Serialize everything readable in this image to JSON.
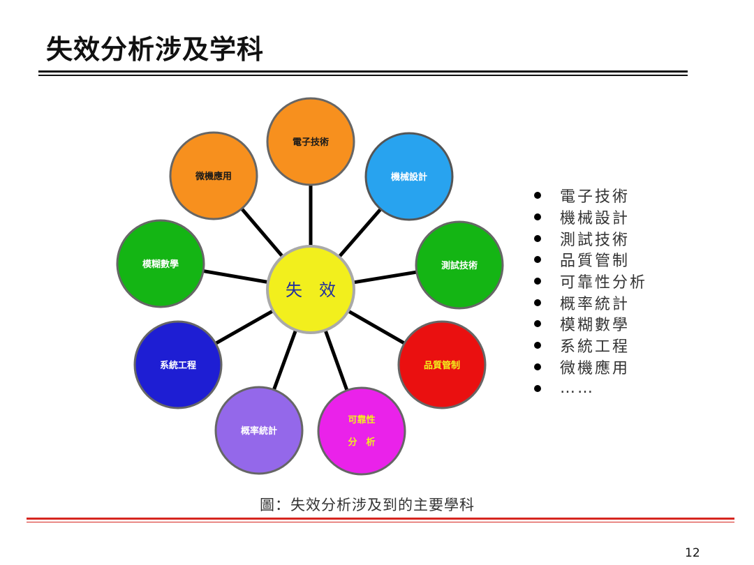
{
  "slide": {
    "title": "失效分析涉及学科",
    "caption": "圖：失效分析涉及到的主要學科",
    "page_number": "12"
  },
  "diagram": {
    "center": {
      "label": "失　效",
      "color": "#f2ef1d"
    },
    "nodes": [
      {
        "label": "電子技術",
        "color": "#f7901e"
      },
      {
        "label": "機械設計",
        "color": "#28a3ef"
      },
      {
        "label": "測試技術",
        "color": "#14b514"
      },
      {
        "label": "品質管制",
        "color": "#ea1010"
      },
      {
        "label": "可靠性",
        "label2": "分　析",
        "color": "#ea22ea"
      },
      {
        "label": "概率統計",
        "color": "#9468ea"
      },
      {
        "label": "系統工程",
        "color": "#1e1ed3"
      },
      {
        "label": "模糊數學",
        "color": "#14b514"
      },
      {
        "label": "微機應用",
        "color": "#f7901e"
      }
    ]
  },
  "legend": {
    "items": [
      "電子技術",
      "機械設計",
      "測試技術",
      "品質管制",
      "可靠性分析",
      "概率統計",
      "模糊數學",
      "系統工程",
      "微機應用",
      "……"
    ]
  }
}
